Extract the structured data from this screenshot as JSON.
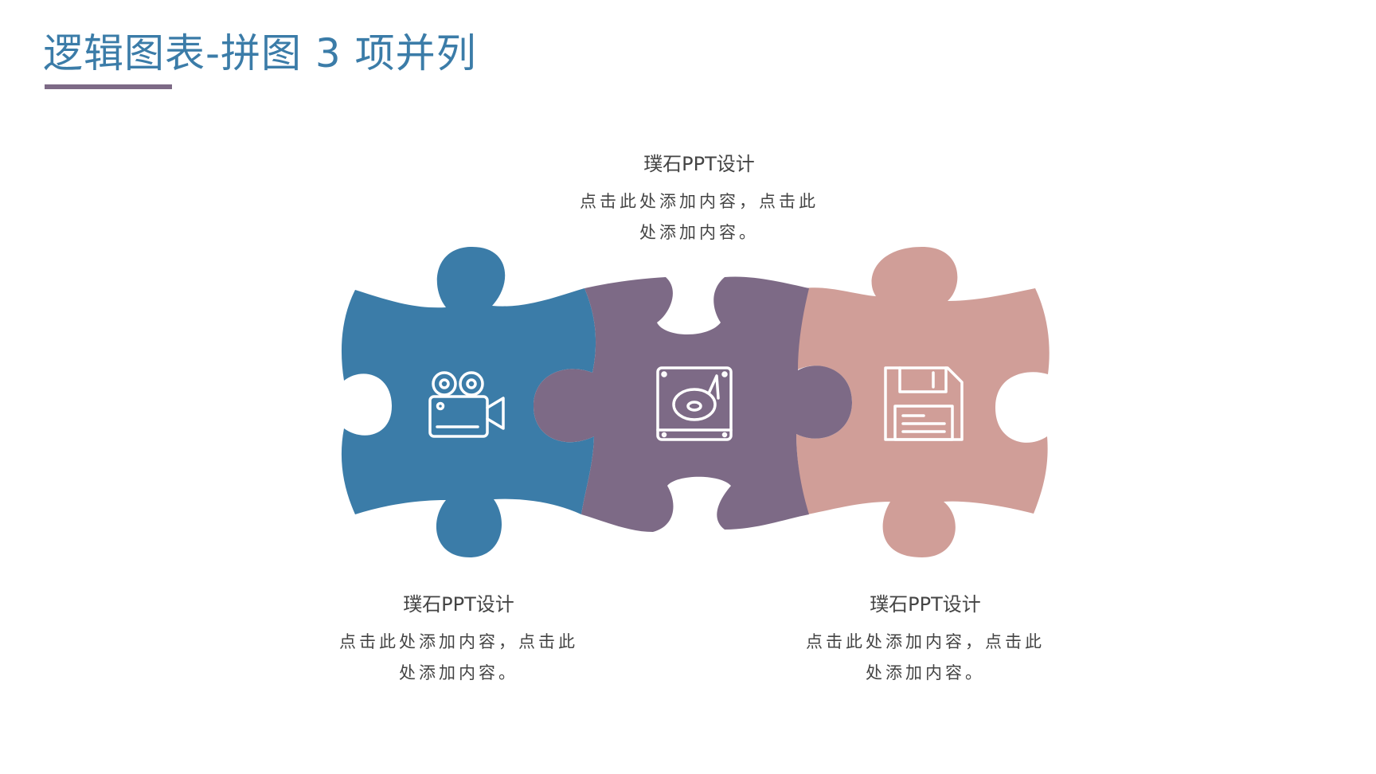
{
  "title": "逻辑图表-拼图 3 项并列",
  "colors": {
    "title": "#3b7ca8",
    "underline": "#7d6a86",
    "piece_blue": "#3b7ca8",
    "piece_purple": "#7d6a86",
    "piece_pink": "#d09e98",
    "text": "#444444"
  },
  "items": [
    {
      "title": "璞石PPT设计",
      "desc": "点击此处添加内容，点击此处添加内容。",
      "icon": "video-camera-icon",
      "color": "#3b7ca8"
    },
    {
      "title": "璞石PPT设计",
      "desc": "点击此处添加内容，点击此处添加内容。",
      "icon": "hard-drive-icon",
      "color": "#7d6a86"
    },
    {
      "title": "璞石PPT设计",
      "desc": "点击此处添加内容，点击此处添加内容。",
      "icon": "floppy-disk-icon",
      "color": "#d09e98"
    }
  ]
}
